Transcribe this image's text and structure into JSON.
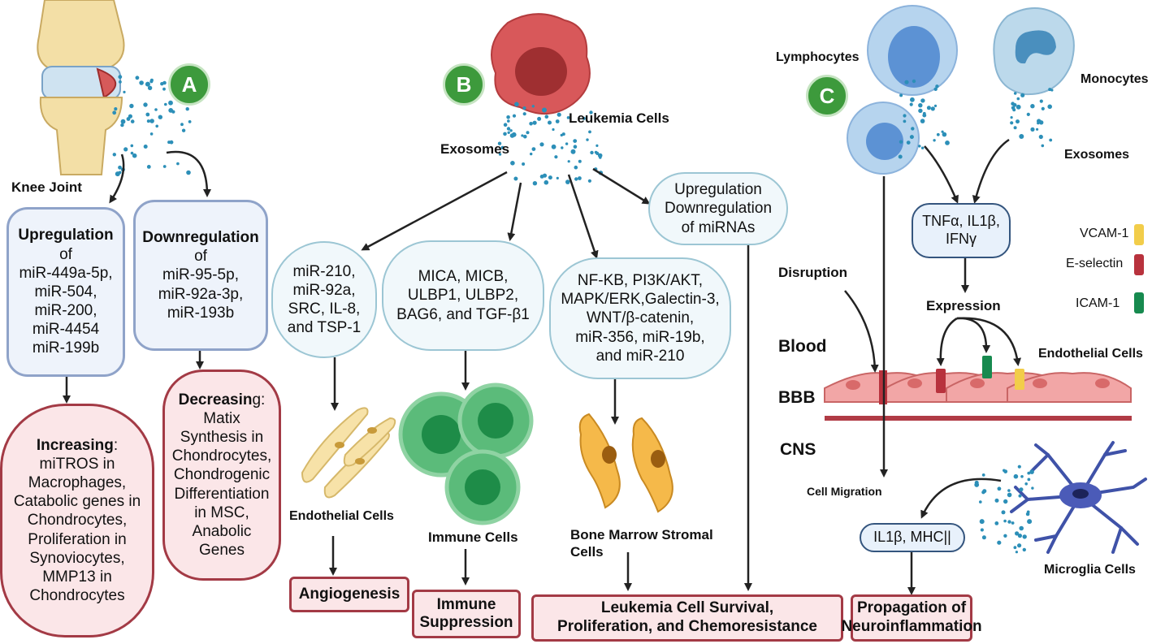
{
  "panels": {
    "a": "A",
    "b": "B",
    "c": "C"
  },
  "panel_a": {
    "knee_label": "Knee Joint",
    "up": {
      "head": "Upregulation",
      "lines": [
        "of",
        "miR-449a-5p,",
        "miR-504,",
        "miR-200,",
        "miR-4454",
        "miR-199b"
      ]
    },
    "down": {
      "head": "Downregulation",
      "lines": [
        "of",
        "miR-95-5p,",
        "miR-92a-3p,",
        "miR-193b"
      ]
    },
    "inc": {
      "head": "Increasing",
      "colon": ":",
      "lines": [
        "miTROS in",
        "Macrophages,",
        "Catabolic genes in",
        "Chondrocytes,",
        "Proliferation in",
        "Synoviocytes,",
        "MMP13 in",
        "Chondrocytes"
      ]
    },
    "dec": {
      "head": "Decreasin",
      "tail": "g:",
      "lines": [
        "Matix",
        "Synthesis in",
        "Chondrocytes,",
        "Chondrogenic",
        "Differentiation",
        "in MSC,",
        "Anabolic",
        "Genes"
      ]
    }
  },
  "panel_b": {
    "leukemia_label": "Leukemia Cells",
    "exosomes_label": "Exosomes",
    "upreg": [
      "Upregulation",
      "Downregulation",
      "of miRNAs"
    ],
    "b1": [
      "miR-210,",
      "miR-92a,",
      "SRC, IL-8,",
      "and TSP-1"
    ],
    "b2": [
      "MICA, MICB,",
      "ULBP1, ULBP2,",
      "BAG6, and TGF-β1"
    ],
    "b3": [
      "NF-KB, PI3K/AKT,",
      "MAPK/ERK,Galectin-3,",
      "WNT/β-catenin,",
      "miR-356, miR-19b,",
      "and miR-210"
    ],
    "endothelial_label": "Endothelial Cells",
    "immune_label": "Immune Cells",
    "bmsc_label": [
      "Bone Marrow Stromal",
      "Cells"
    ],
    "angio": "Angiogenesis",
    "immune_sup": [
      "Immune",
      "Suppression"
    ],
    "survival": [
      "Leukemia Cell Survival,",
      "Proliferation, and Chemoresistance"
    ]
  },
  "panel_c": {
    "lymph_label": "Lymphocytes",
    "mono_label": "Monocytes",
    "exosomes_label": "Exosomes",
    "cytokines": [
      "TNFα, IL1β,",
      "IFNγ"
    ],
    "legend": [
      {
        "label": "VCAM-1",
        "color": "#f2cd4a"
      },
      {
        "label": "E-selectin",
        "color": "#b8323d"
      },
      {
        "label": "ICAM-1",
        "color": "#178a4f"
      }
    ],
    "disruption": "Disruption",
    "expression": "Expression",
    "blood": "Blood",
    "endothelial_label": "Endothelial Cells",
    "bbb": "BBB",
    "cns": "CNS",
    "migration": "Cell Migration",
    "il1b_mhc": "IL1β, MHC||",
    "microglia_label": "Microglia Cells",
    "neuro": [
      "Propagation of",
      "Neuroinflammation"
    ]
  },
  "colors": {
    "accent_green": "#3d9a3c",
    "box_red_border": "#a33a45",
    "box_blue_border": "#8fa3c9",
    "exosome_dot": "#2c8fb8"
  }
}
